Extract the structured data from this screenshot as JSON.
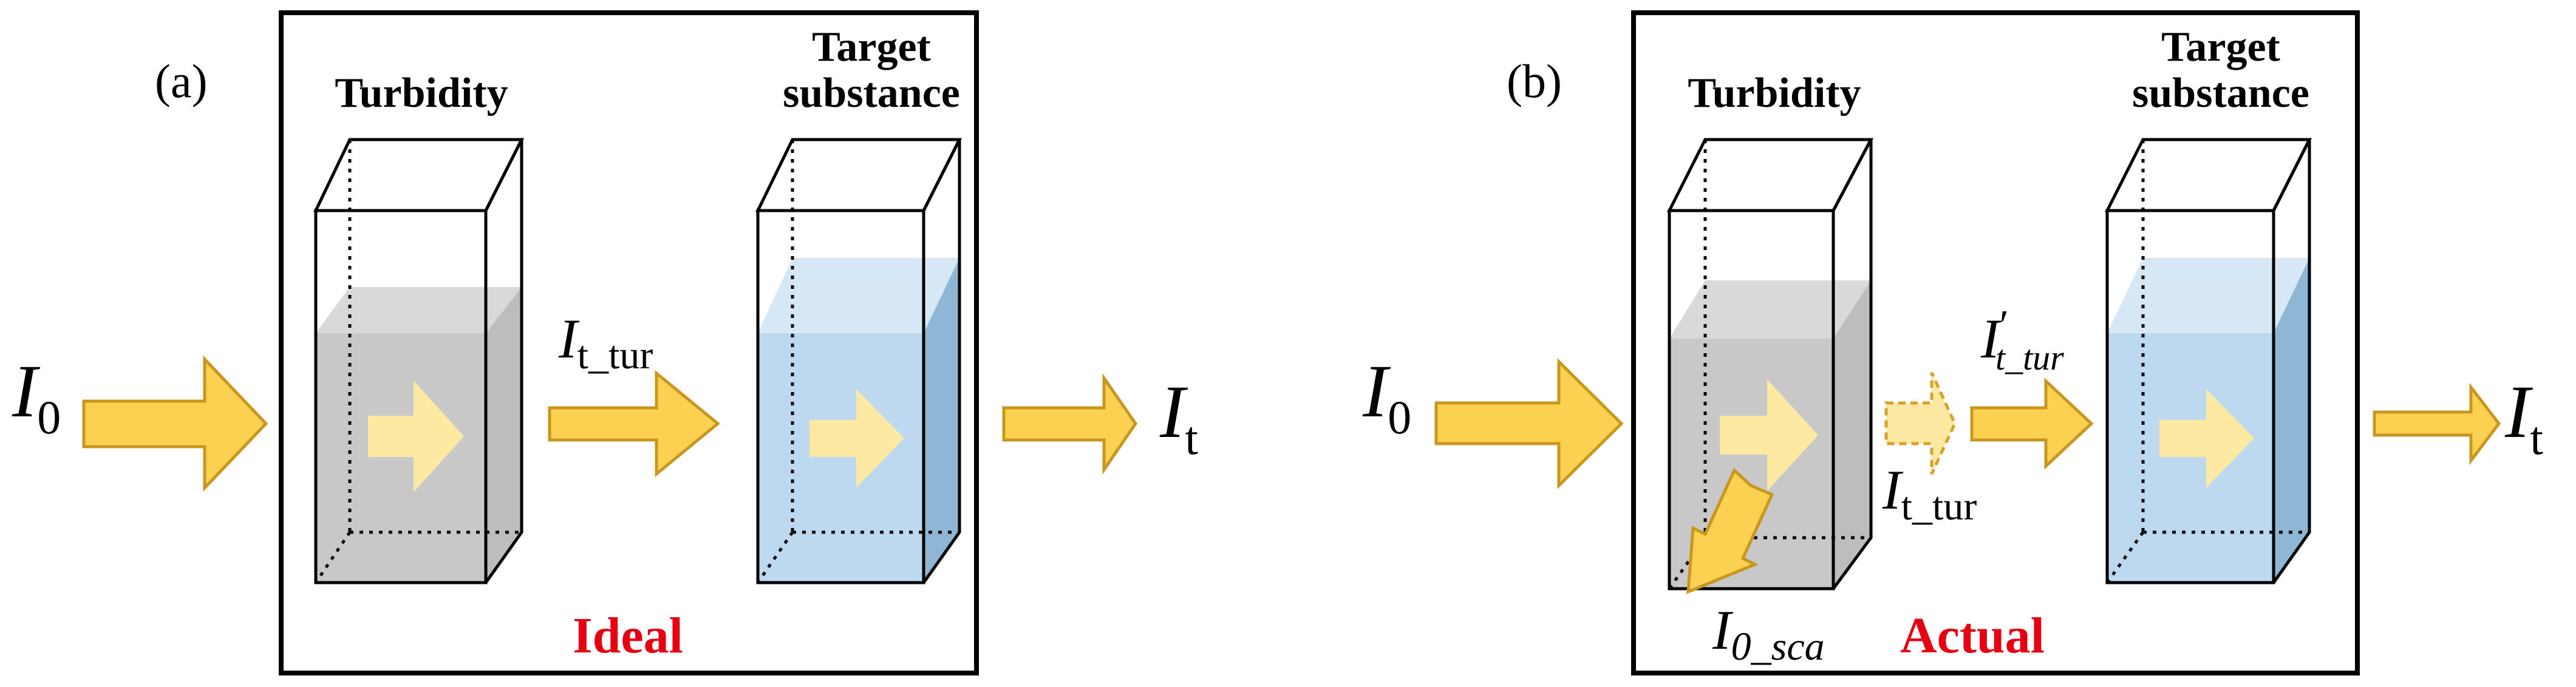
{
  "panels": [
    {
      "id": "a",
      "label": "(a)",
      "cell_titles": [
        "Turbidity",
        "Target",
        "substance"
      ],
      "caption": "Ideal",
      "caption_color": "#e60012",
      "input_symbol": "I",
      "input_sub": "0",
      "mid_symbol": "I",
      "mid_sub": "t_tur",
      "output_symbol": "I",
      "output_sub": "t"
    },
    {
      "id": "b",
      "label": "(b)",
      "cell_titles": [
        "Turbidity",
        "Target",
        "substance"
      ],
      "caption": "Actual",
      "caption_color": "#e60012",
      "input_symbol": "I",
      "input_sub": "0",
      "mid_prime_symbol": "I",
      "mid_prime_mark": "′",
      "mid_prime_sub": "t_tur",
      "mid_symbol": "I",
      "mid_sub": "t_tur",
      "scatter_symbol": "I",
      "scatter_sub": "0_sca",
      "output_symbol": "I",
      "output_sub": "t"
    }
  ],
  "colors": {
    "turbidity_fluid": "#c8c8c8",
    "target_fluid": "#bcd9ef",
    "arrow_fill": "#fcd152",
    "caption_red": "#e60012"
  }
}
